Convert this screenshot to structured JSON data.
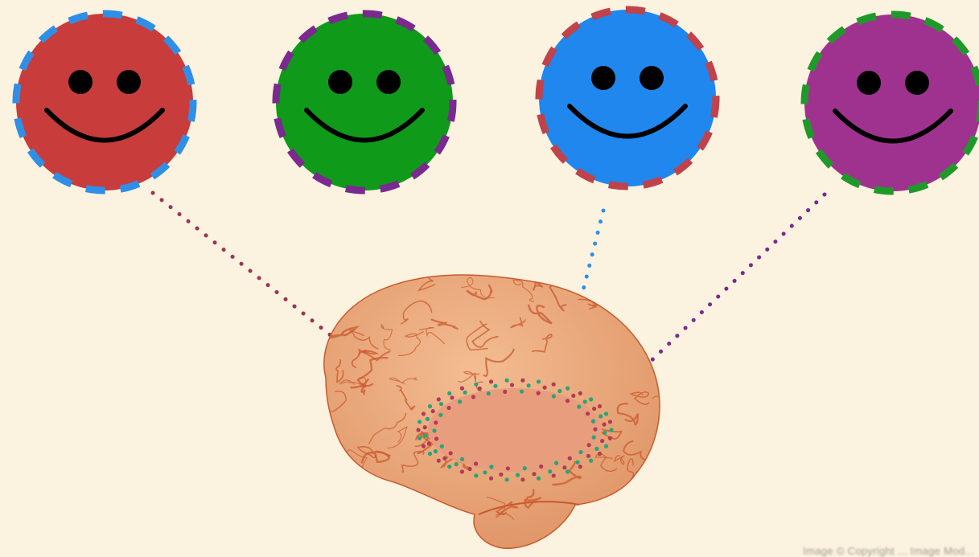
{
  "diagram": {
    "background": "#fbf2df",
    "faces": [
      {
        "id": "face-red",
        "fill": "#c83c3c",
        "border": "#2f8fe6",
        "connector": "#9a3458"
      },
      {
        "id": "face-green",
        "fill": "#0f9a1a",
        "border": "#7a2a8f",
        "connector": null
      },
      {
        "id": "face-blue",
        "fill": "#1f87ee",
        "border": "#c0424a",
        "connector": "#2f8fe6"
      },
      {
        "id": "face-purple",
        "fill": "#a0328f",
        "border": "#1f9a2a",
        "connector": "#7a2a8f"
      }
    ],
    "face_features": {
      "eyes": "#000000",
      "smile": "#000000"
    },
    "brain": {
      "fill": "#eca87c",
      "sulci": "#c9592d",
      "region_fill": "#e89d7c",
      "region_dots": [
        "#2aa37a",
        "#b33a5a"
      ],
      "icon": "brain-icon"
    },
    "credit": "Image © Copyright ... Image Mod..."
  }
}
